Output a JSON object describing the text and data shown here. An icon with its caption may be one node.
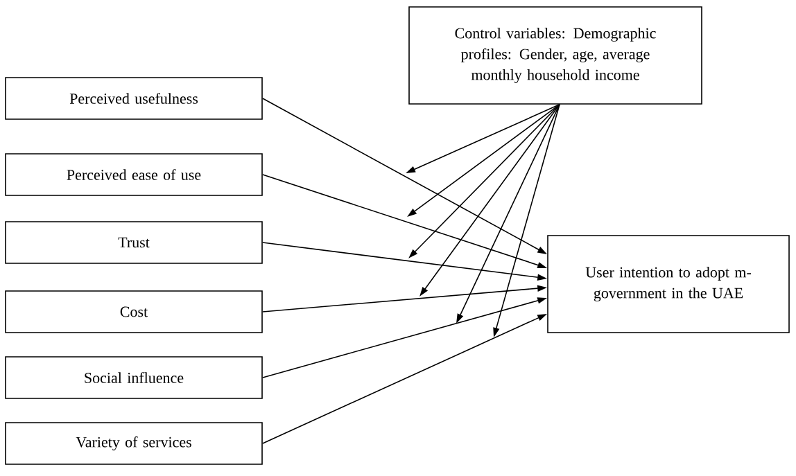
{
  "diagram": {
    "nodes": [
      {
        "text": [
          "Control variables: Demographic profiles: Gender, age, average monthly household income"
        ]
      },
      {
        "text": [
          "Perceived usefulness"
        ]
      },
      {
        "text": [
          "Perceived ease of use"
        ]
      },
      {
        "text": [
          "Trust"
        ]
      },
      {
        "text": [
          "Cost"
        ]
      },
      {
        "text": [
          "Social influence"
        ]
      },
      {
        "text": [
          "Variety of services"
        ]
      },
      {
        "text": [
          "User intention to adopt m-government in the UAE"
        ]
      }
    ],
    "edges": [
      {
        "from": 1,
        "to": 7,
        "arrow": "to"
      },
      {
        "from": 2,
        "to": 7,
        "arrow": "to"
      },
      {
        "from": 3,
        "to": 7,
        "arrow": "to"
      },
      {
        "from": 4,
        "to": 7,
        "arrow": "to"
      },
      {
        "from": 5,
        "to": 7,
        "arrow": "to"
      },
      {
        "from": 6,
        "to": 7,
        "arrow": "to"
      },
      {
        "from": 0,
        "to": null,
        "arrow": "to"
      },
      {
        "from": 0,
        "to": null,
        "arrow": "to"
      },
      {
        "from": 0,
        "to": null,
        "arrow": "to"
      },
      {
        "from": 0,
        "to": null,
        "arrow": "to"
      },
      {
        "from": 0,
        "to": null,
        "arrow": "to"
      },
      {
        "from": 0,
        "to": null,
        "arrow": "to"
      }
    ]
  }
}
